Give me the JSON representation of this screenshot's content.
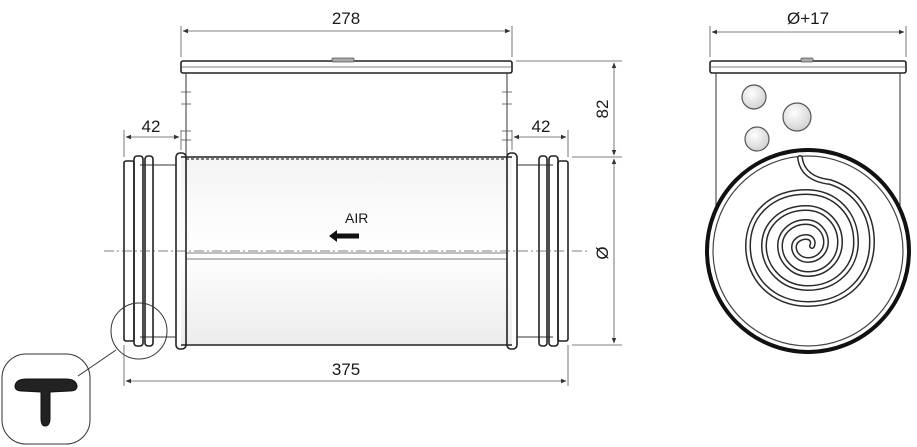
{
  "dimensions": {
    "top_length": "278",
    "left_spigot": "42",
    "right_spigot": "42",
    "height": "82",
    "diameter": "Ø",
    "total_length": "375",
    "end_width": "Ø+17"
  },
  "labels": {
    "airflow": "AIR"
  }
}
